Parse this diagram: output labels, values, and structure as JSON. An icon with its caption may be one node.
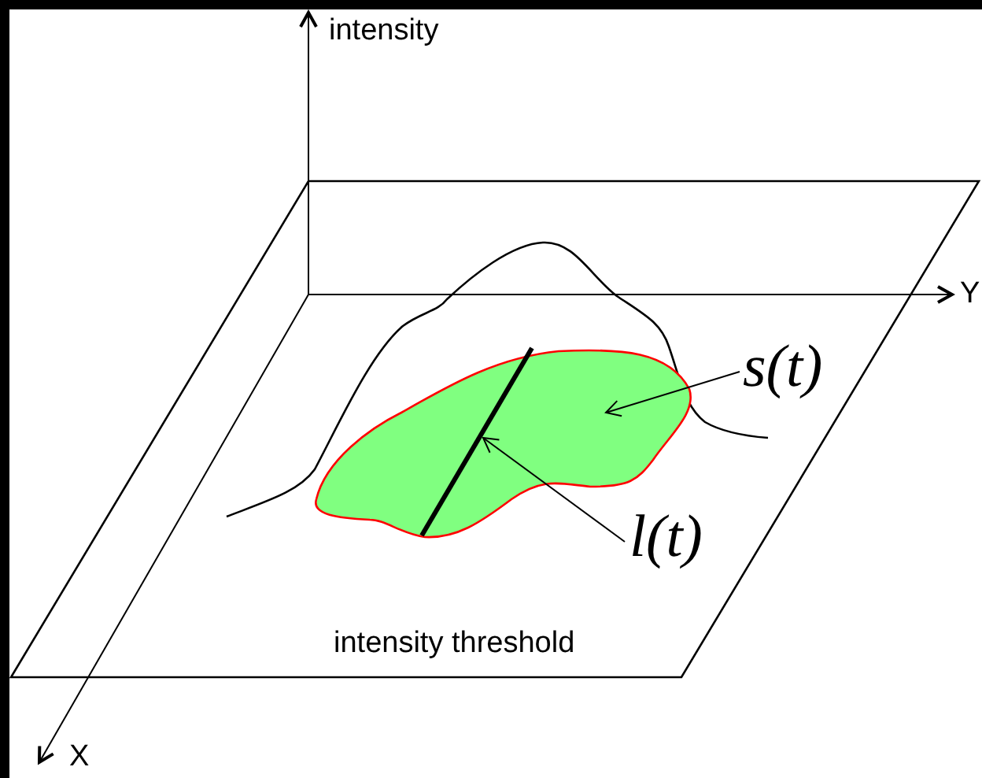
{
  "diagram": {
    "nodes": [
      {
        "text": [
          "s(t)"
        ]
      },
      {
        "text": [],
        "shape": "region"
      },
      {
        "text": [
          "l(t)"
        ]
      },
      {
        "text": [],
        "shape": "line",
        "in": 1
      }
    ],
    "edges": [
      {
        "from": 0,
        "to": 1,
        "arrow": "to"
      },
      {
        "from": 2,
        "to": 3,
        "arrow": "to"
      }
    ],
    "labels": [
      "intensity",
      "Y",
      "X",
      "intensity threshold"
    ]
  }
}
